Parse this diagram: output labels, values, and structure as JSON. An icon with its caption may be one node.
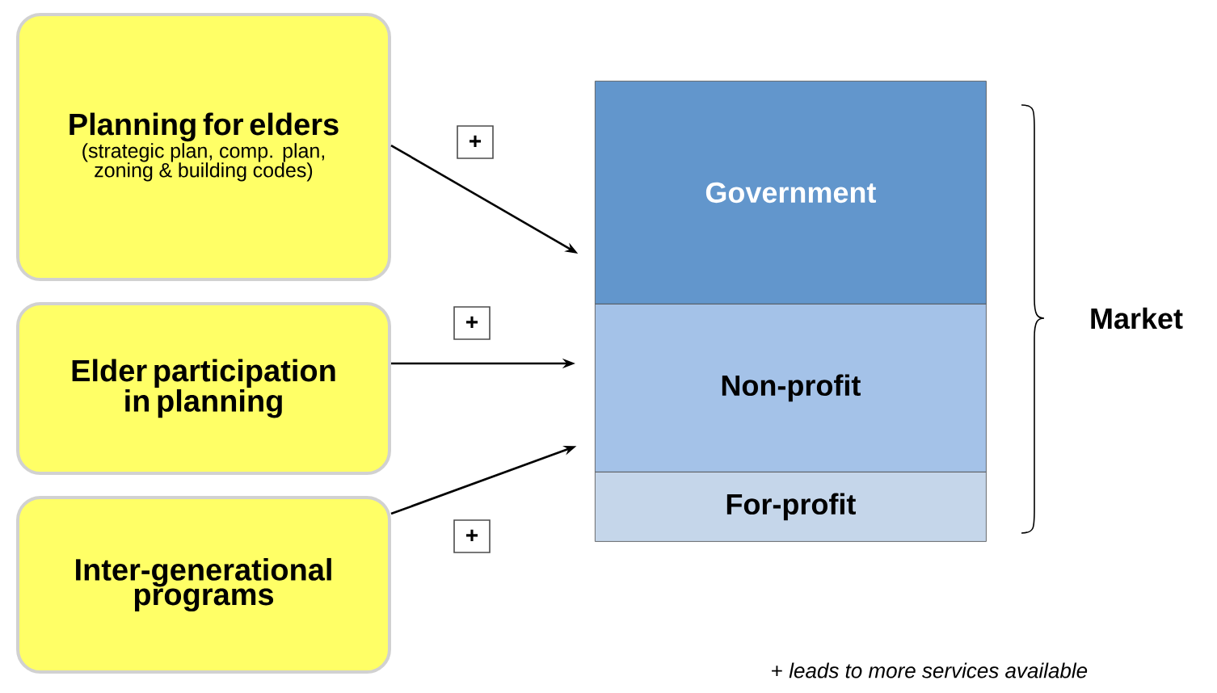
{
  "diagram": {
    "nodes": [
      {
        "text": [
          "Planning for elders",
          "(strategic plan, comp. plan, zoning & building codes)"
        ]
      },
      {
        "text": [
          "Elder participation in planning"
        ]
      },
      {
        "text": [
          "Inter-generational programs"
        ]
      },
      {
        "text": [
          "Government"
        ]
      },
      {
        "text": [
          "Non-profit"
        ]
      },
      {
        "text": [
          "For-profit"
        ]
      }
    ],
    "edges": [
      {
        "from": 0,
        "to": 3,
        "arrow": "to",
        "label": "+"
      },
      {
        "from": 1,
        "to": 4,
        "arrow": "to",
        "label": "+"
      },
      {
        "from": 2,
        "to": 4,
        "arrow": "to",
        "label": "+"
      }
    ],
    "labels": [
      "Market",
      "+ *leads to more services available*"
    ]
  }
}
